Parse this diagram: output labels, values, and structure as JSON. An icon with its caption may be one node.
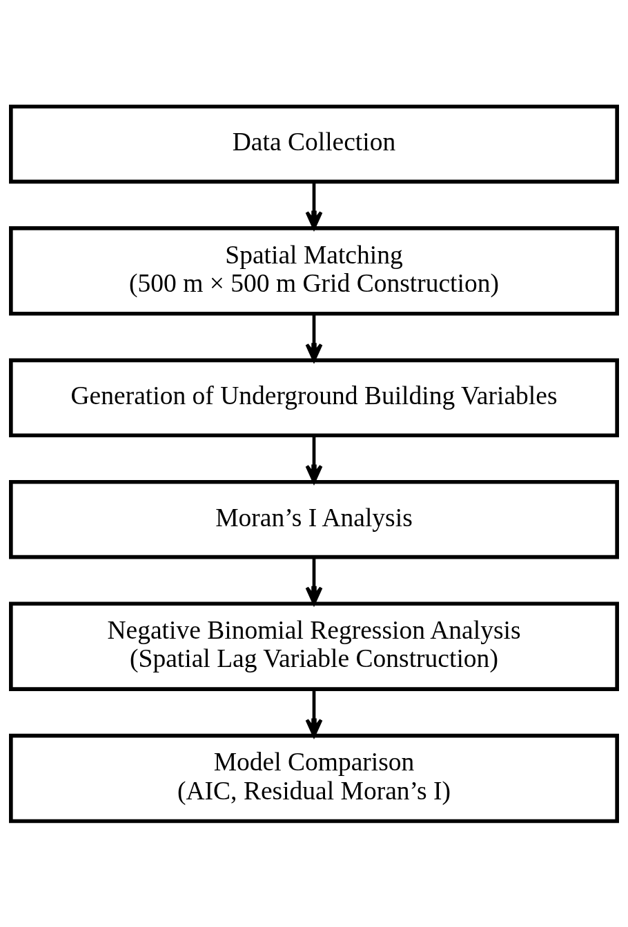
{
  "diagram": {
    "nodes": [
      {
        "text": [
          "Data Collection"
        ]
      },
      {
        "text": [
          "Spatial Matching",
          "(500 m × 500 m Grid Construction)"
        ]
      },
      {
        "text": [
          "Generation of Underground Building Variables"
        ]
      },
      {
        "text": [
          "Moran’s I Analysis"
        ]
      },
      {
        "text": [
          "Negative Binomial Regression Analysis",
          "(Spatial Lag Variable Construction)"
        ]
      },
      {
        "text": [
          "Model Comparison",
          "(AIC, Residual Moran’s I)"
        ]
      }
    ],
    "edges": [
      {
        "from": 0,
        "to": 1,
        "arrow": "to"
      },
      {
        "from": 1,
        "to": 2,
        "arrow": "to"
      },
      {
        "from": 2,
        "to": 3,
        "arrow": "to"
      },
      {
        "from": 3,
        "to": 4,
        "arrow": "to"
      },
      {
        "from": 4,
        "to": 5,
        "arrow": "to"
      }
    ]
  }
}
